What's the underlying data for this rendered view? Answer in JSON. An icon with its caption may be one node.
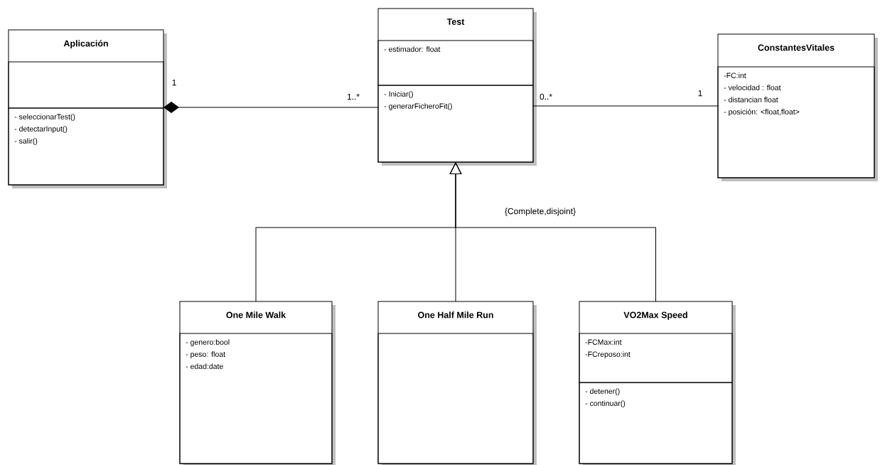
{
  "diagram": {
    "nodes": [
      {
        "text": [
          "Aplicación"
        ]
      },
      {
        "text": [],
        "shape": "box",
        "in": 0
      },
      {
        "text": [
          "- seleccionarTest()",
          "- detectarInput()",
          "- salir()"
        ],
        "in": 0
      },
      {
        "text": [
          "Test"
        ]
      },
      {
        "text": [
          "- estimador: float"
        ],
        "in": 3
      },
      {
        "text": [
          "- Iniciar()",
          "- generarFicheroFit()"
        ],
        "in": 3
      },
      {
        "text": [
          "ConstantesVitales"
        ]
      },
      {
        "text": [
          "-FC:int",
          "- velocidad : float",
          "- distancian float",
          "- posición: <float,float>"
        ],
        "in": 6
      },
      {
        "text": [
          "One Mile Walk"
        ]
      },
      {
        "text": [
          "- genero:bool",
          "- peso: float",
          "- edad:date"
        ],
        "in": 8
      },
      {
        "text": [
          "One Half Mile Run"
        ]
      },
      {
        "text": [],
        "shape": "box",
        "in": 10
      },
      {
        "text": [
          "VO2Max Speed"
        ]
      },
      {
        "text": [
          "-FCMax:int",
          "-FCreposo:int"
        ],
        "in": 12
      },
      {
        "text": [
          "- detener()",
          "- continuar()"
        ],
        "in": 12
      }
    ],
    "edges": [
      {
        "from": 0,
        "to": 3,
        "arrow": "other"
      },
      {
        "from": 3,
        "to": 6,
        "arrow": "none"
      },
      {
        "from": 8,
        "to": 3,
        "arrow": "to"
      },
      {
        "from": 10,
        "to": 3,
        "arrow": "to"
      },
      {
        "from": 12,
        "to": 3,
        "arrow": "to"
      }
    ],
    "labels": [
      "1",
      "1..*",
      "0..*",
      "1",
      "{Complete,disjoint}"
    ]
  }
}
